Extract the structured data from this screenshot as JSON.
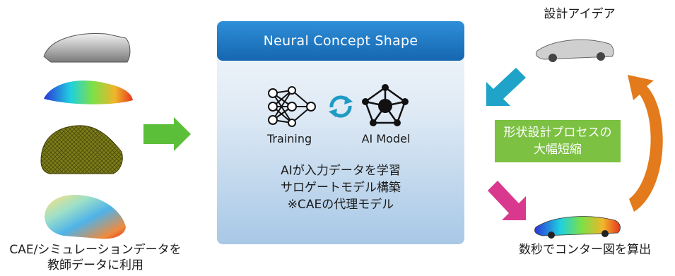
{
  "panel": {
    "title": "Neural Concept Shape",
    "training_label": "Training",
    "model_label": "AI Model",
    "desc_lines": [
      "AIが入力データを学習",
      "サロゲートモデル構築",
      "※CAEの代理モデル"
    ]
  },
  "left": {
    "caption_lines": [
      "CAE/シミュレーションデータを",
      "教師データに利用"
    ]
  },
  "right": {
    "idea_label": "設計アイデア",
    "process_lines": [
      "形状設計プロセスの",
      "大幅短縮"
    ],
    "result_label": "数秒でコンター図を算出"
  },
  "colors": {
    "panel_header": "#1e78c8",
    "process_box": "#7cc142",
    "arrow_green": "#5cbf3a",
    "arrow_blue": "#1fa3c9",
    "arrow_pink": "#d8398e",
    "arrow_orange": "#e37a1b"
  },
  "icons": [
    "neural-network-icon",
    "refresh-cycle-icon",
    "ai-model-graph-icon"
  ]
}
